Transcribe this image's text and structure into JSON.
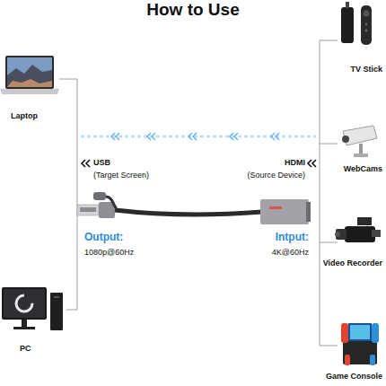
{
  "diagram": {
    "title": "How to Use",
    "labels": [
      "Laptop",
      "PC",
      "USB",
      "(Target Screen)",
      "HDMI",
      "(Source Device)",
      "Output:",
      "1080p@60Hz",
      "Intput:",
      "4K@60Hz",
      "TV Stick",
      "WebCams",
      "Video Recorder",
      "Game Console"
    ]
  }
}
